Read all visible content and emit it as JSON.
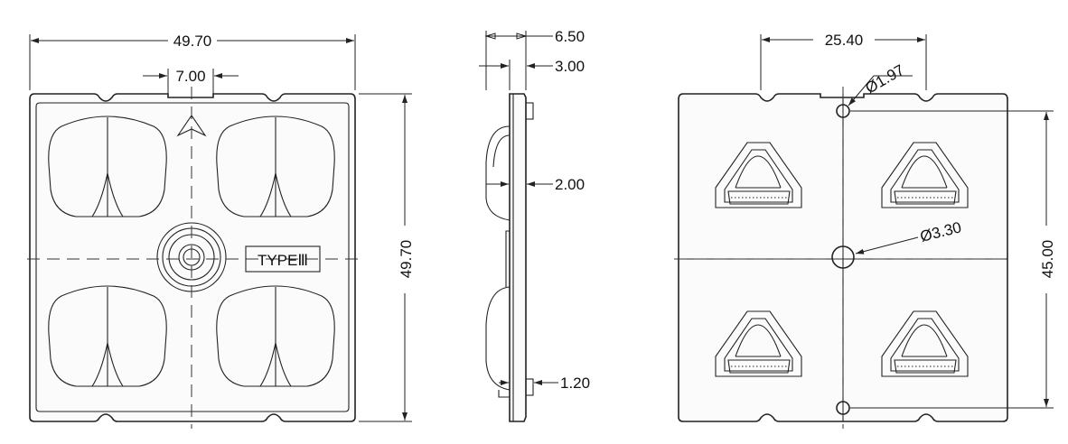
{
  "front_view": {
    "width_dim": "49.70",
    "height_dim": "49.70",
    "notch_dim": "7.00",
    "type_label": "TYPEⅢ"
  },
  "side_view": {
    "total_thickness_dim": "6.50",
    "flange_dim": "3.00",
    "plate_dim": "2.00",
    "boss_dim": "1.20"
  },
  "back_view": {
    "pin_spacing_dim": "25.40",
    "pin_vertical_dim": "45.00",
    "small_hole_dim": "Ø1.97",
    "center_hole_dim": "Ø3.30"
  },
  "colors": {
    "line": "#222222",
    "background": "#ffffff"
  }
}
